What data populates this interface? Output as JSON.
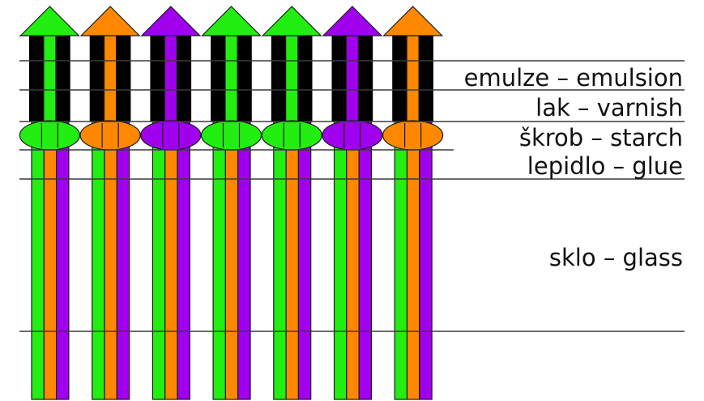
{
  "colors": {
    "green": "#22ee11",
    "orange": "#ff8800",
    "purple": "#a000ee",
    "black": "#000000",
    "white": "#ffffff"
  },
  "units": [
    {
      "arrow": "green",
      "grain": "green"
    },
    {
      "arrow": "orange",
      "grain": "orange"
    },
    {
      "arrow": "purple",
      "grain": "purple"
    },
    {
      "arrow": "green",
      "grain": "green"
    },
    {
      "arrow": "green",
      "grain": "green"
    },
    {
      "arrow": "purple",
      "grain": "purple"
    },
    {
      "arrow": "orange",
      "grain": "orange"
    }
  ],
  "beam_colors": [
    "green",
    "orange",
    "purple"
  ],
  "layers": [
    {
      "id": "emulsion",
      "label": "emulze – emulsion"
    },
    {
      "id": "varnish",
      "label": "lak – varnish"
    },
    {
      "id": "starch",
      "label": "škrob – starch"
    },
    {
      "id": "glue",
      "label": "lepidlo – glue"
    },
    {
      "id": "glass",
      "label": "sklo – glass"
    }
  ]
}
